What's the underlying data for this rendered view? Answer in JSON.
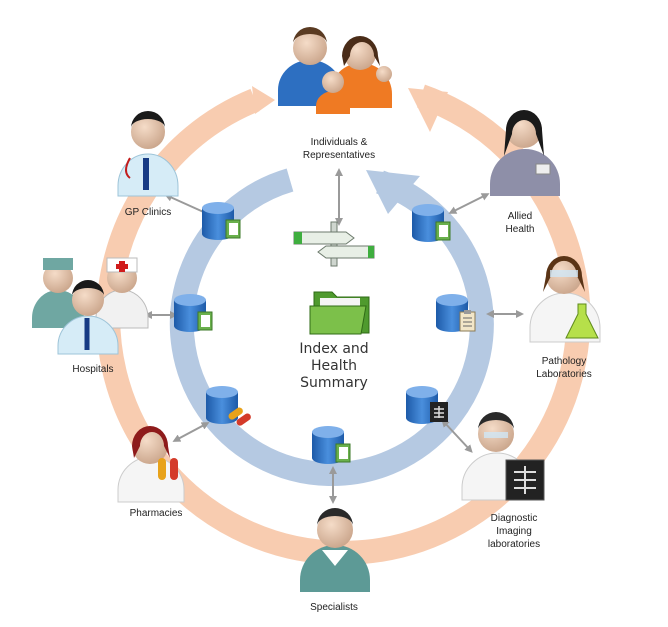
{
  "diagram": {
    "center": {
      "title": "Index and\nHealth\nSummary",
      "icons": [
        "signpost-icon",
        "folder-icon"
      ]
    },
    "nodes": [
      {
        "id": "individuals",
        "label": "Individuals &\nRepresentatives",
        "icon": "family-icon"
      },
      {
        "id": "allied",
        "label": "Allied\nHealth",
        "icon": "allied-health-person-icon"
      },
      {
        "id": "pathology",
        "label": "Pathology\nLaboratories",
        "icon": "lab-technician-icon"
      },
      {
        "id": "imaging",
        "label": "Diagnostic\nImaging\nlaboratories",
        "icon": "radiologist-icon"
      },
      {
        "id": "specialists",
        "label": "Specialists",
        "icon": "specialist-icon"
      },
      {
        "id": "pharmacies",
        "label": "Pharmacies",
        "icon": "pharmacist-icon"
      },
      {
        "id": "hospitals",
        "label": "Hospitals",
        "icon": "hospital-staff-icon"
      },
      {
        "id": "gp",
        "label": "GP Clinics",
        "icon": "doctor-icon"
      }
    ],
    "repositories": [
      "database-document-icon",
      "database-document-icon",
      "database-clipboard-icon",
      "database-xray-icon",
      "database-document-icon",
      "database-pills-icon",
      "database-document-icon",
      "database-document-icon"
    ],
    "colors": {
      "outer_ring": "#f8ccb0",
      "inner_ring": "#b5c9e2",
      "database": "#2e6fbf",
      "connector": "#9a9a9a"
    }
  }
}
